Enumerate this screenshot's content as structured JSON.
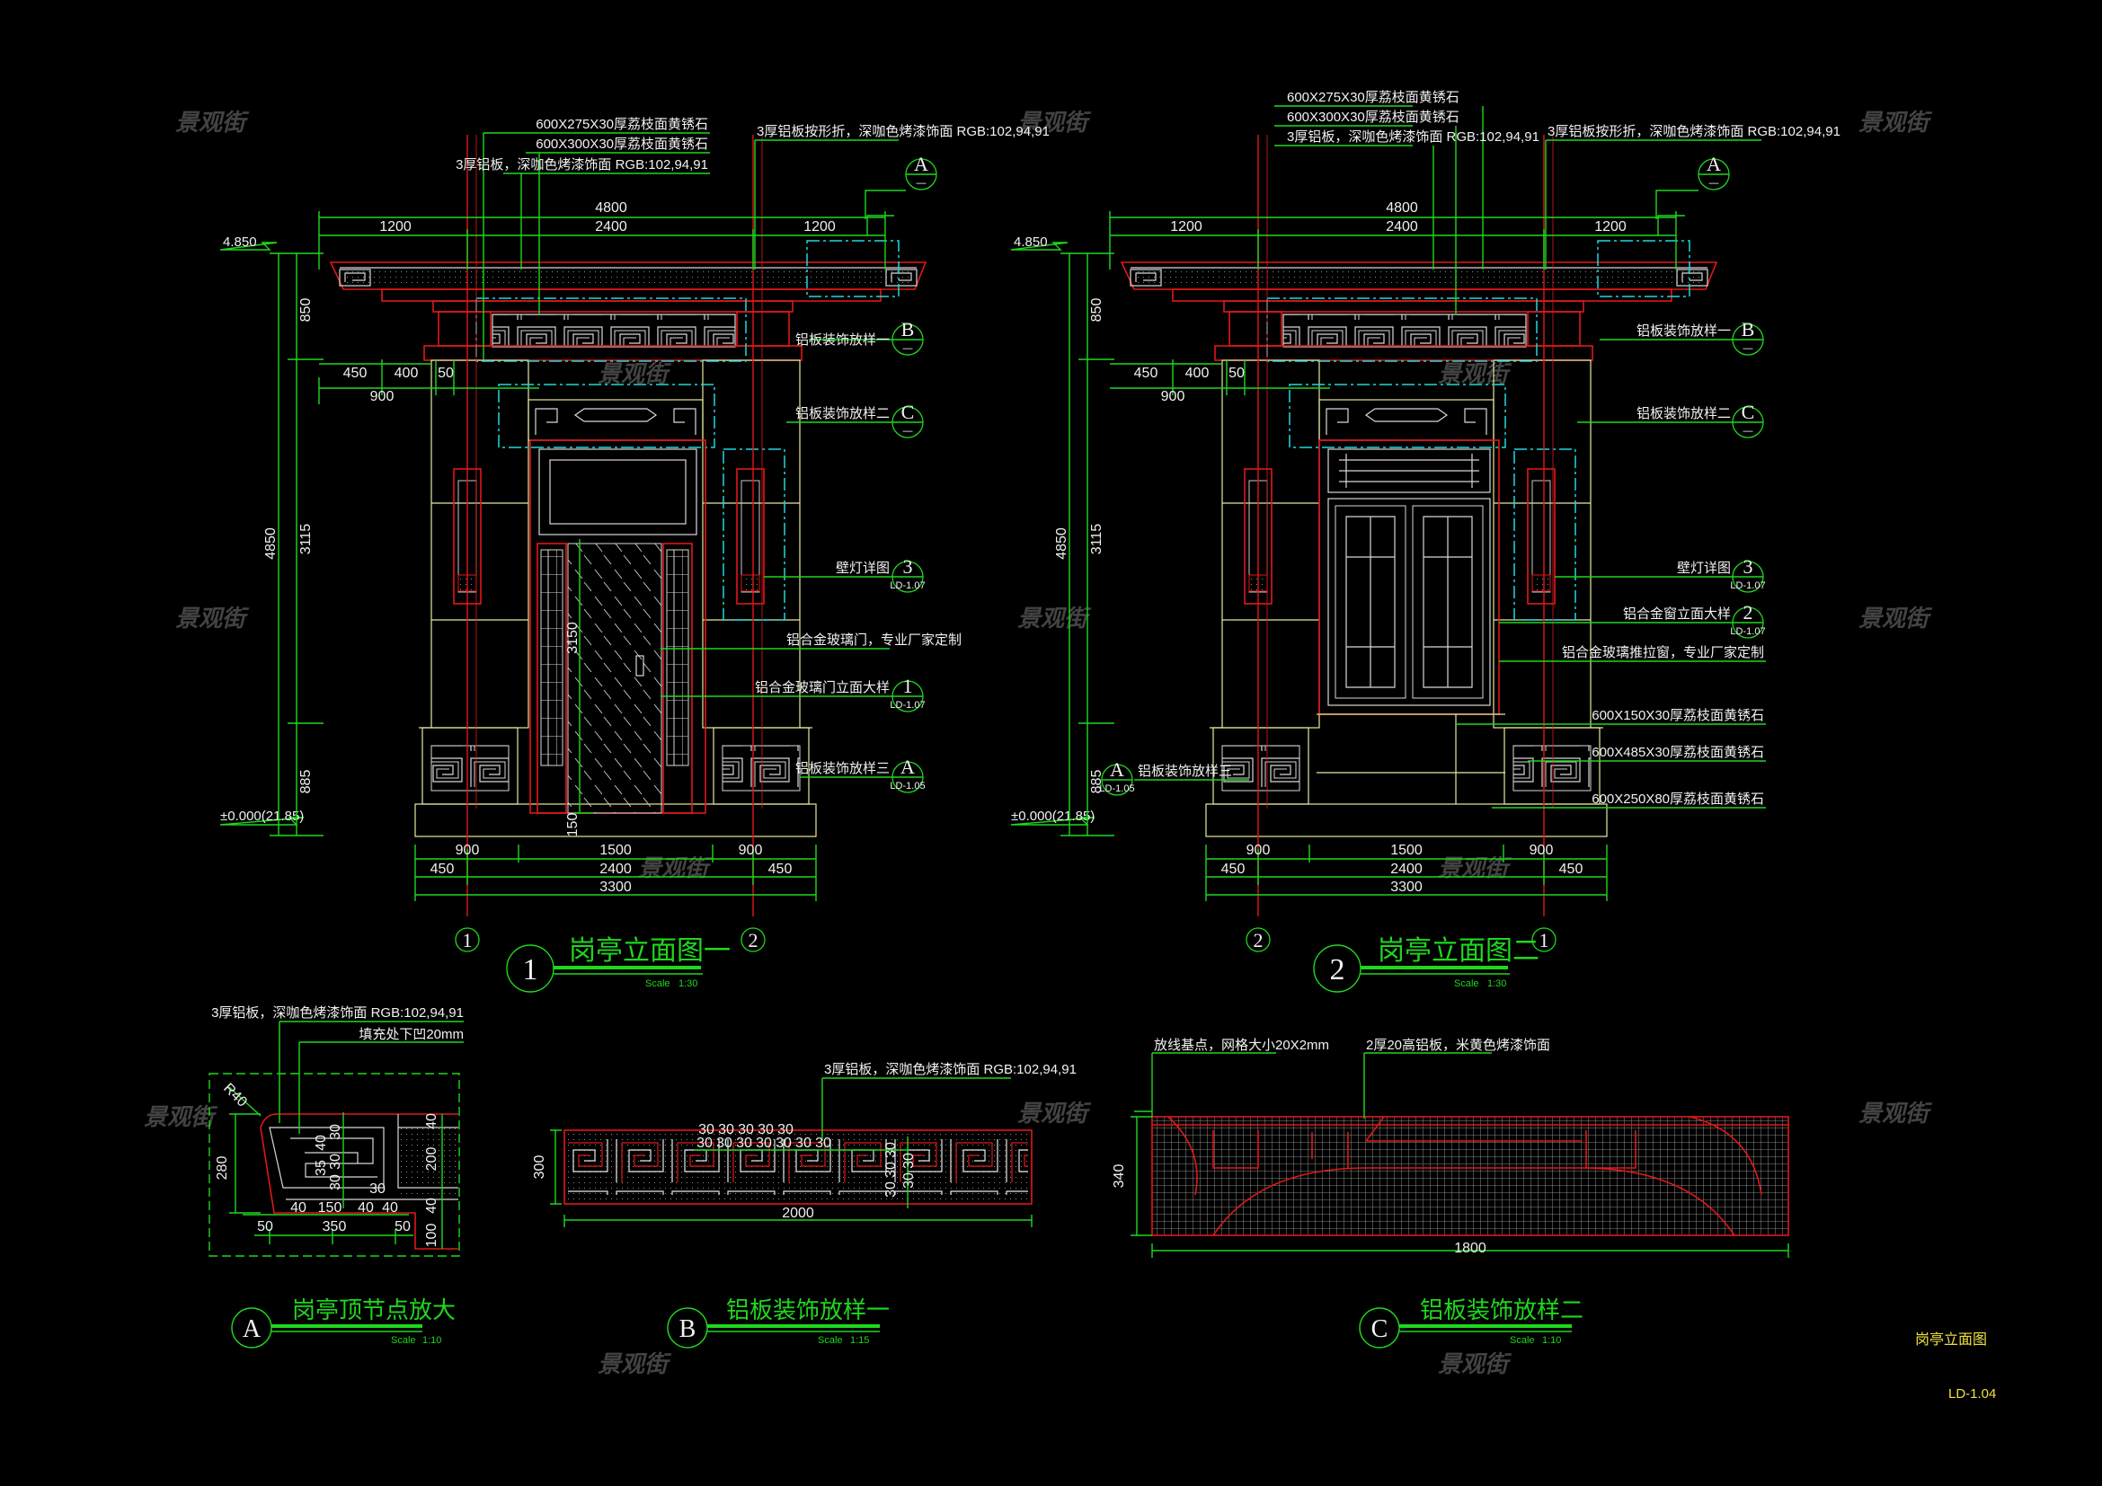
{
  "watermark": "景观街",
  "elevation_1": {
    "notes_top": [
      "600X275X30厚荔枝面黄锈石",
      "600X300X30厚荔枝面黄锈石",
      "3厚铝板，深咖色烤漆饰面 RGB:102,94,91"
    ],
    "note_roof": "3厚铝板按形折，深咖色烤漆饰面 RGB:102,94,91",
    "callouts": [
      {
        "label": "",
        "bubble": "A",
        "sub": "—"
      },
      {
        "label": "铝板装饰放样一",
        "bubble": "B",
        "sub": "—"
      },
      {
        "label": "铝板装饰放样二",
        "bubble": "C",
        "sub": "—"
      },
      {
        "label": "壁灯详图",
        "bubble": "3",
        "sub": "LD-1.07"
      },
      {
        "label": "铝合金玻璃门，专业厂家定制"
      },
      {
        "label": "铝合金玻璃门立面大样",
        "bubble": "1",
        "sub": "LD-1.07"
      },
      {
        "label": "铝板装饰放样三",
        "bubble": "A",
        "sub": "LD-1.05"
      }
    ],
    "level_top": "4.850",
    "level_ground": "±0.000(21.85)",
    "dims_top": {
      "total": "4800",
      "left": "1200",
      "mid": "2400",
      "right": "1200"
    },
    "dims_left": {
      "upper": "850",
      "mid": "3115",
      "lower": "885",
      "total": "4850",
      "w450": "450",
      "w400": "400",
      "w50": "50",
      "w900": "900"
    },
    "dims_door": {
      "height": "3150",
      "base": "150"
    },
    "dims_bottom": {
      "row1": [
        "900",
        "1500",
        "900"
      ],
      "row2": [
        "450",
        "2400",
        "450"
      ],
      "total": "3300"
    },
    "axes": [
      "1",
      "2"
    ],
    "title": {
      "number": "1",
      "text": "岗亭立面图一",
      "scale_label": "Scale",
      "scale": "1:30"
    }
  },
  "elevation_2": {
    "notes_top": [
      "600X275X30厚荔枝面黄锈石",
      "600X300X30厚荔枝面黄锈石",
      "3厚铝板，深咖色烤漆饰面 RGB:102,94,91"
    ],
    "note_roof": "3厚铝板按形折，深咖色烤漆饰面 RGB:102,94,91",
    "callouts": [
      {
        "label": "",
        "bubble": "A",
        "sub": "—"
      },
      {
        "label": "铝板装饰放样一",
        "bubble": "B",
        "sub": "—"
      },
      {
        "label": "铝板装饰放样二",
        "bubble": "C",
        "sub": "—"
      },
      {
        "label": "壁灯详图",
        "bubble": "3",
        "sub": "LD-1.07"
      },
      {
        "label": "铝合金窗立面大样",
        "bubble": "2",
        "sub": "LD-1.07"
      },
      {
        "label": "铝合金玻璃推拉窗，专业厂家定制"
      },
      {
        "label": "600X150X30厚荔枝面黄锈石"
      },
      {
        "label": "600X485X30厚荔枝面黄锈石"
      },
      {
        "label": "600X250X80厚荔枝面黄锈石"
      },
      {
        "label": "铝板装饰放样三",
        "bubble": "A",
        "sub": "LD-1.05"
      }
    ],
    "level_top": "4.850",
    "level_ground": "±0.000(21.85)",
    "dims_top": {
      "total": "4800",
      "left": "1200",
      "mid": "2400",
      "right": "1200"
    },
    "dims_left": {
      "upper": "850",
      "mid": "3115",
      "lower": "885",
      "total": "4850",
      "w450": "450",
      "w400": "400",
      "w50": "50",
      "w900": "900"
    },
    "dims_bottom": {
      "row1": [
        "900",
        "1500",
        "900"
      ],
      "row2": [
        "450",
        "2400",
        "450"
      ],
      "total": "3300"
    },
    "axes": [
      "2",
      "1"
    ],
    "title": {
      "number": "2",
      "text": "岗亭立面图二",
      "scale_label": "Scale",
      "scale": "1:30"
    }
  },
  "detail_a": {
    "notes": [
      "3厚铝板，深咖色烤漆饰面 RGB:102,94,91",
      "填充处下凹20mm"
    ],
    "radius": "R40",
    "dims": {
      "h280": "280",
      "h200": "200",
      "t40": "40",
      "b40": "40",
      "b100": "100",
      "w50a": "50",
      "w350": "350",
      "w50b": "50",
      "i40a": "40",
      "i150": "150",
      "i40b": "40",
      "i40c": "40",
      "i30": "30",
      "v30": "30",
      "v40": "40",
      "v35": "35",
      "v30b": "30",
      "v30c": "30"
    },
    "title": {
      "number": "A",
      "text": "岗亭顶节点放大",
      "scale_label": "Scale",
      "scale": "1:10"
    }
  },
  "detail_b": {
    "note": "3厚铝板，深咖色烤漆饰面 RGB:102,94,91",
    "spacing_top": [
      "30",
      "30",
      "30",
      "30",
      "30"
    ],
    "spacing_mid": [
      "30",
      "30",
      "30",
      "30",
      "30",
      "30",
      "30"
    ],
    "spacing_vert": [
      "30",
      "30",
      "30",
      "30",
      "30"
    ],
    "height": "300",
    "width": "2000",
    "title": {
      "number": "B",
      "text": "铝板装饰放样一",
      "scale_label": "Scale",
      "scale": "1:15"
    }
  },
  "detail_c": {
    "notes": [
      "放线基点，网格大小20X2mm",
      "2厚20高铝板，米黄色烤漆饰面"
    ],
    "height": "340",
    "width": "1800",
    "title": {
      "number": "C",
      "text": "铝板装饰放样二",
      "scale_label": "Scale",
      "scale": "1:10"
    }
  },
  "title_block": {
    "drawing_name": "岗亭立面图",
    "drawing_number": "LD-1.04"
  },
  "colors": {
    "background": "#000000",
    "dimension": "#1ed81e",
    "outline": "#e01818",
    "centerline": "#20d8e0",
    "text": "#f2f2f2",
    "title_block": "#f0e040"
  }
}
